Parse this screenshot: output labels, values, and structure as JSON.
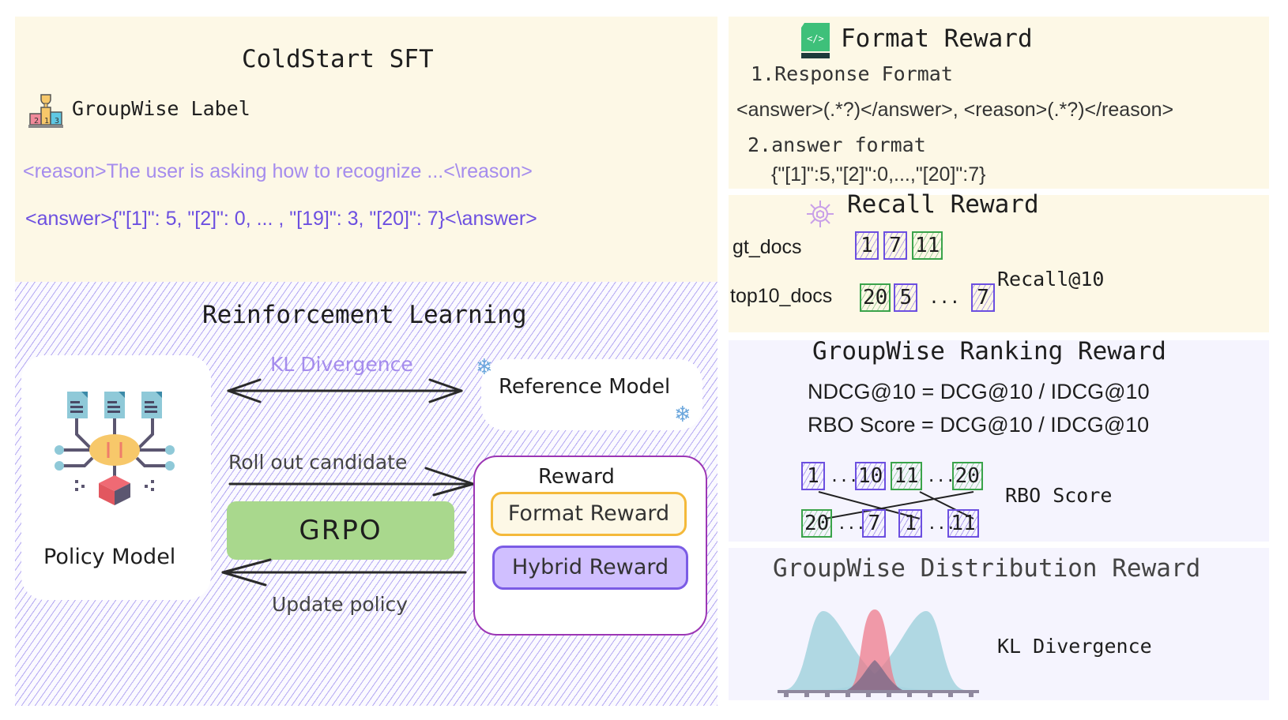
{
  "sft": {
    "title": "ColdStart SFT",
    "label_icon": "podium-trophy-icon",
    "label": "GroupWise Label",
    "reason_line": "<reason>The user is asking how to recognize ...<\\reason>",
    "answer_line": "<answer>{\"[1]\": 5, \"[2]\": 0, ... , \"[19]\": 3, \"[20]\": 7}<\\answer>"
  },
  "rl": {
    "title": "Reinforcement Learning",
    "policy_model": "Policy Model",
    "reference_model": "Reference Model",
    "kl_label": "KL Divergence",
    "rollout_label": "Roll out candidate",
    "grpo": "GRPO",
    "update_label": "Update policy",
    "reward": {
      "title": "Reward",
      "items": [
        "Format Reward",
        "Hybrid Reward"
      ]
    }
  },
  "format_reward": {
    "title": "Format Reward",
    "item1": "1.Response Format",
    "item1_value": "<answer>(.*?)</answer>, <reason>(.*?)</reason>",
    "item2": "2.answer format",
    "item2_value": "{\"[1]\":5,\"[2]\":0,...,\"[20]\":7}"
  },
  "recall_reward": {
    "title": "Recall Reward",
    "gt_label": "gt_docs",
    "gt_docs": [
      {
        "v": "1",
        "c": "p"
      },
      {
        "v": "7",
        "c": "p"
      },
      {
        "v": "11",
        "c": "g"
      }
    ],
    "top_label": "top10_docs",
    "top_docs": [
      {
        "v": "20",
        "c": "g"
      },
      {
        "v": "5",
        "c": "p"
      },
      {
        "v": "...",
        "c": "none"
      },
      {
        "v": "7",
        "c": "p"
      }
    ],
    "metric": "Recall@10"
  },
  "ranking_reward": {
    "title": "GroupWise Ranking Reward",
    "formula1": "NDCG@10 = DCG@10 / IDCG@10",
    "formula2": "RBO Score = DCG@10 / IDCG@10",
    "top_row": [
      "1",
      "...",
      "10",
      "11",
      "...",
      "20"
    ],
    "bottom_row": [
      "20",
      "...",
      "7",
      "1",
      "...",
      "11"
    ],
    "metric": "RBO Score"
  },
  "distribution_reward": {
    "title": "GroupWise Distribution Reward",
    "metric": "KL Divergence"
  },
  "colors": {
    "cream": "#fdf8e6",
    "lavender": "#f5f4fe",
    "purple": "#6c4fe0",
    "green_box": "#a9d88d",
    "reward_border": "#9c36b5",
    "format_pill_border": "#f4b93a",
    "hybrid_pill_fill": "#d0bfff"
  }
}
